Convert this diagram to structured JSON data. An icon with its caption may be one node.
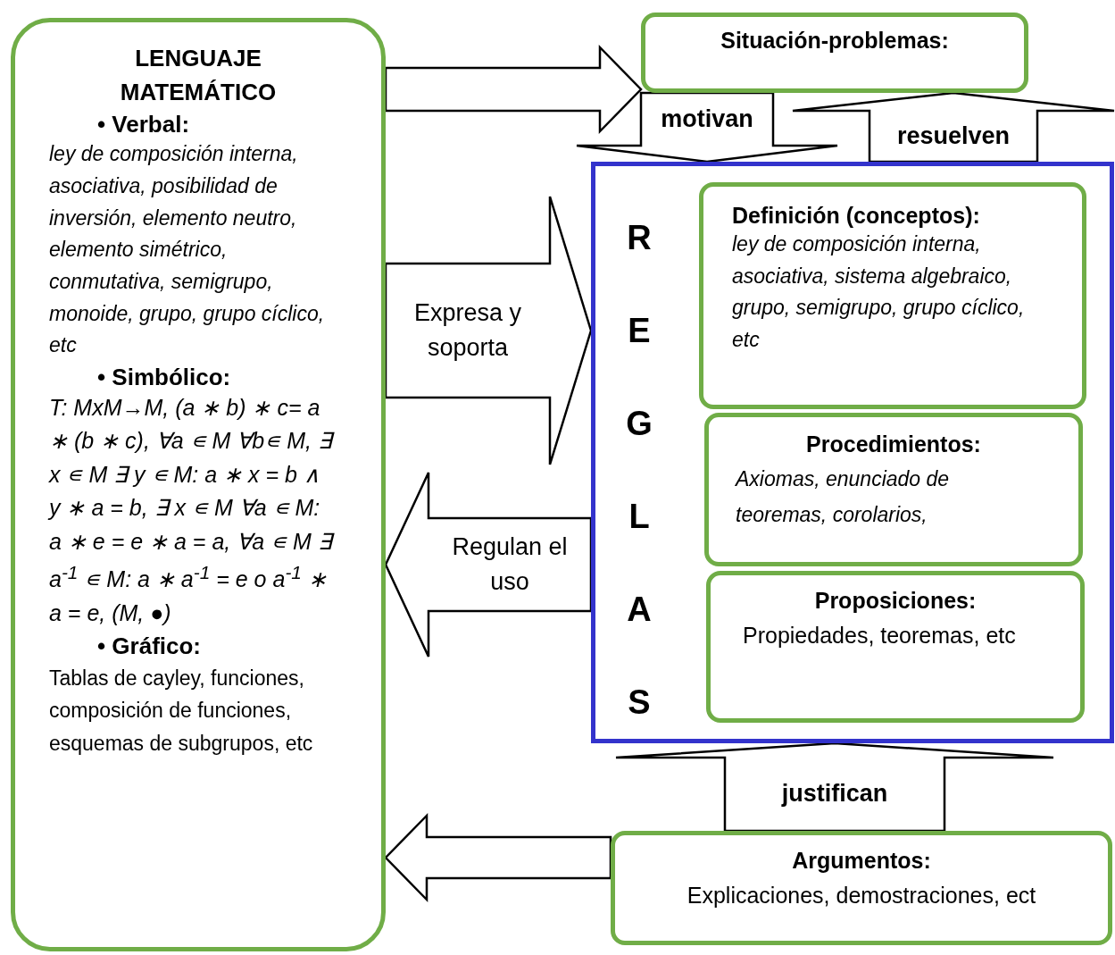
{
  "diagram": {
    "nodes": [
      {
        "text": [
          "LENGUAJE MATEMÁTICO",
          "• Verbal:",
          "ley de composición interna, asociativa, posibilidad de inversión, elemento neutro, elemento simétrico, conmutativa, semigrupo, monoide, grupo, grupo cíclico, etc",
          "• Simbólico:",
          "T: MxM→M, (a ∗ b) ∗ c= a ∗ (b ∗ c), ∀a ∊ M ∀b∊ M, ∃ x ∊ M ∃ y ∊ M: a ∗ x = b ∧ y ∗ a = b, ∃ x ∊ M ∀a ∊ M: a ∗ e = e ∗ a = a, ∀a ∊ M ∃ a$^{-1}$ ∊ M: a ∗ a$^{-1}$ = e o a$^{-1}$ ∗ a = e, (M, ●)",
          "• Gráfico:",
          "Tablas de cayley, funciones, composición de funciones, esquemas de subgrupos, etc"
        ]
      },
      {
        "text": [
          "Situación-problemas:"
        ]
      },
      {
        "text": [
          "REGLAS"
        ]
      },
      {
        "text": [
          "Definición (conceptos):",
          "ley de composición interna, asociativa, sistema algebraico, grupo, semigrupo, grupo cíclico, etc"
        ],
        "in": 2
      },
      {
        "text": [
          "Procedimientos:",
          "Axiomas, enunciado de teoremas, corolarios,"
        ],
        "in": 2
      },
      {
        "text": [
          "Proposiciones:",
          "Propiedades, teoremas, etc"
        ],
        "in": 2
      },
      {
        "text": [
          "Argumentos:",
          "Explicaciones, demostraciones, ect"
        ]
      }
    ],
    "edges": [
      {
        "from": 0,
        "to": 1,
        "arrow": "to"
      },
      {
        "from": 1,
        "to": 2,
        "arrow": "to",
        "label": "motivan"
      },
      {
        "from": 2,
        "to": 1,
        "arrow": "to",
        "label": "resuelven"
      },
      {
        "from": 0,
        "to": 2,
        "arrow": "to",
        "label": "Expresa y soporta"
      },
      {
        "from": 2,
        "to": 0,
        "arrow": "to",
        "label": "Regulan el uso"
      },
      {
        "from": 6,
        "to": 2,
        "arrow": "to",
        "label": "justifican"
      },
      {
        "from": 6,
        "to": 0,
        "arrow": "to"
      }
    ]
  }
}
